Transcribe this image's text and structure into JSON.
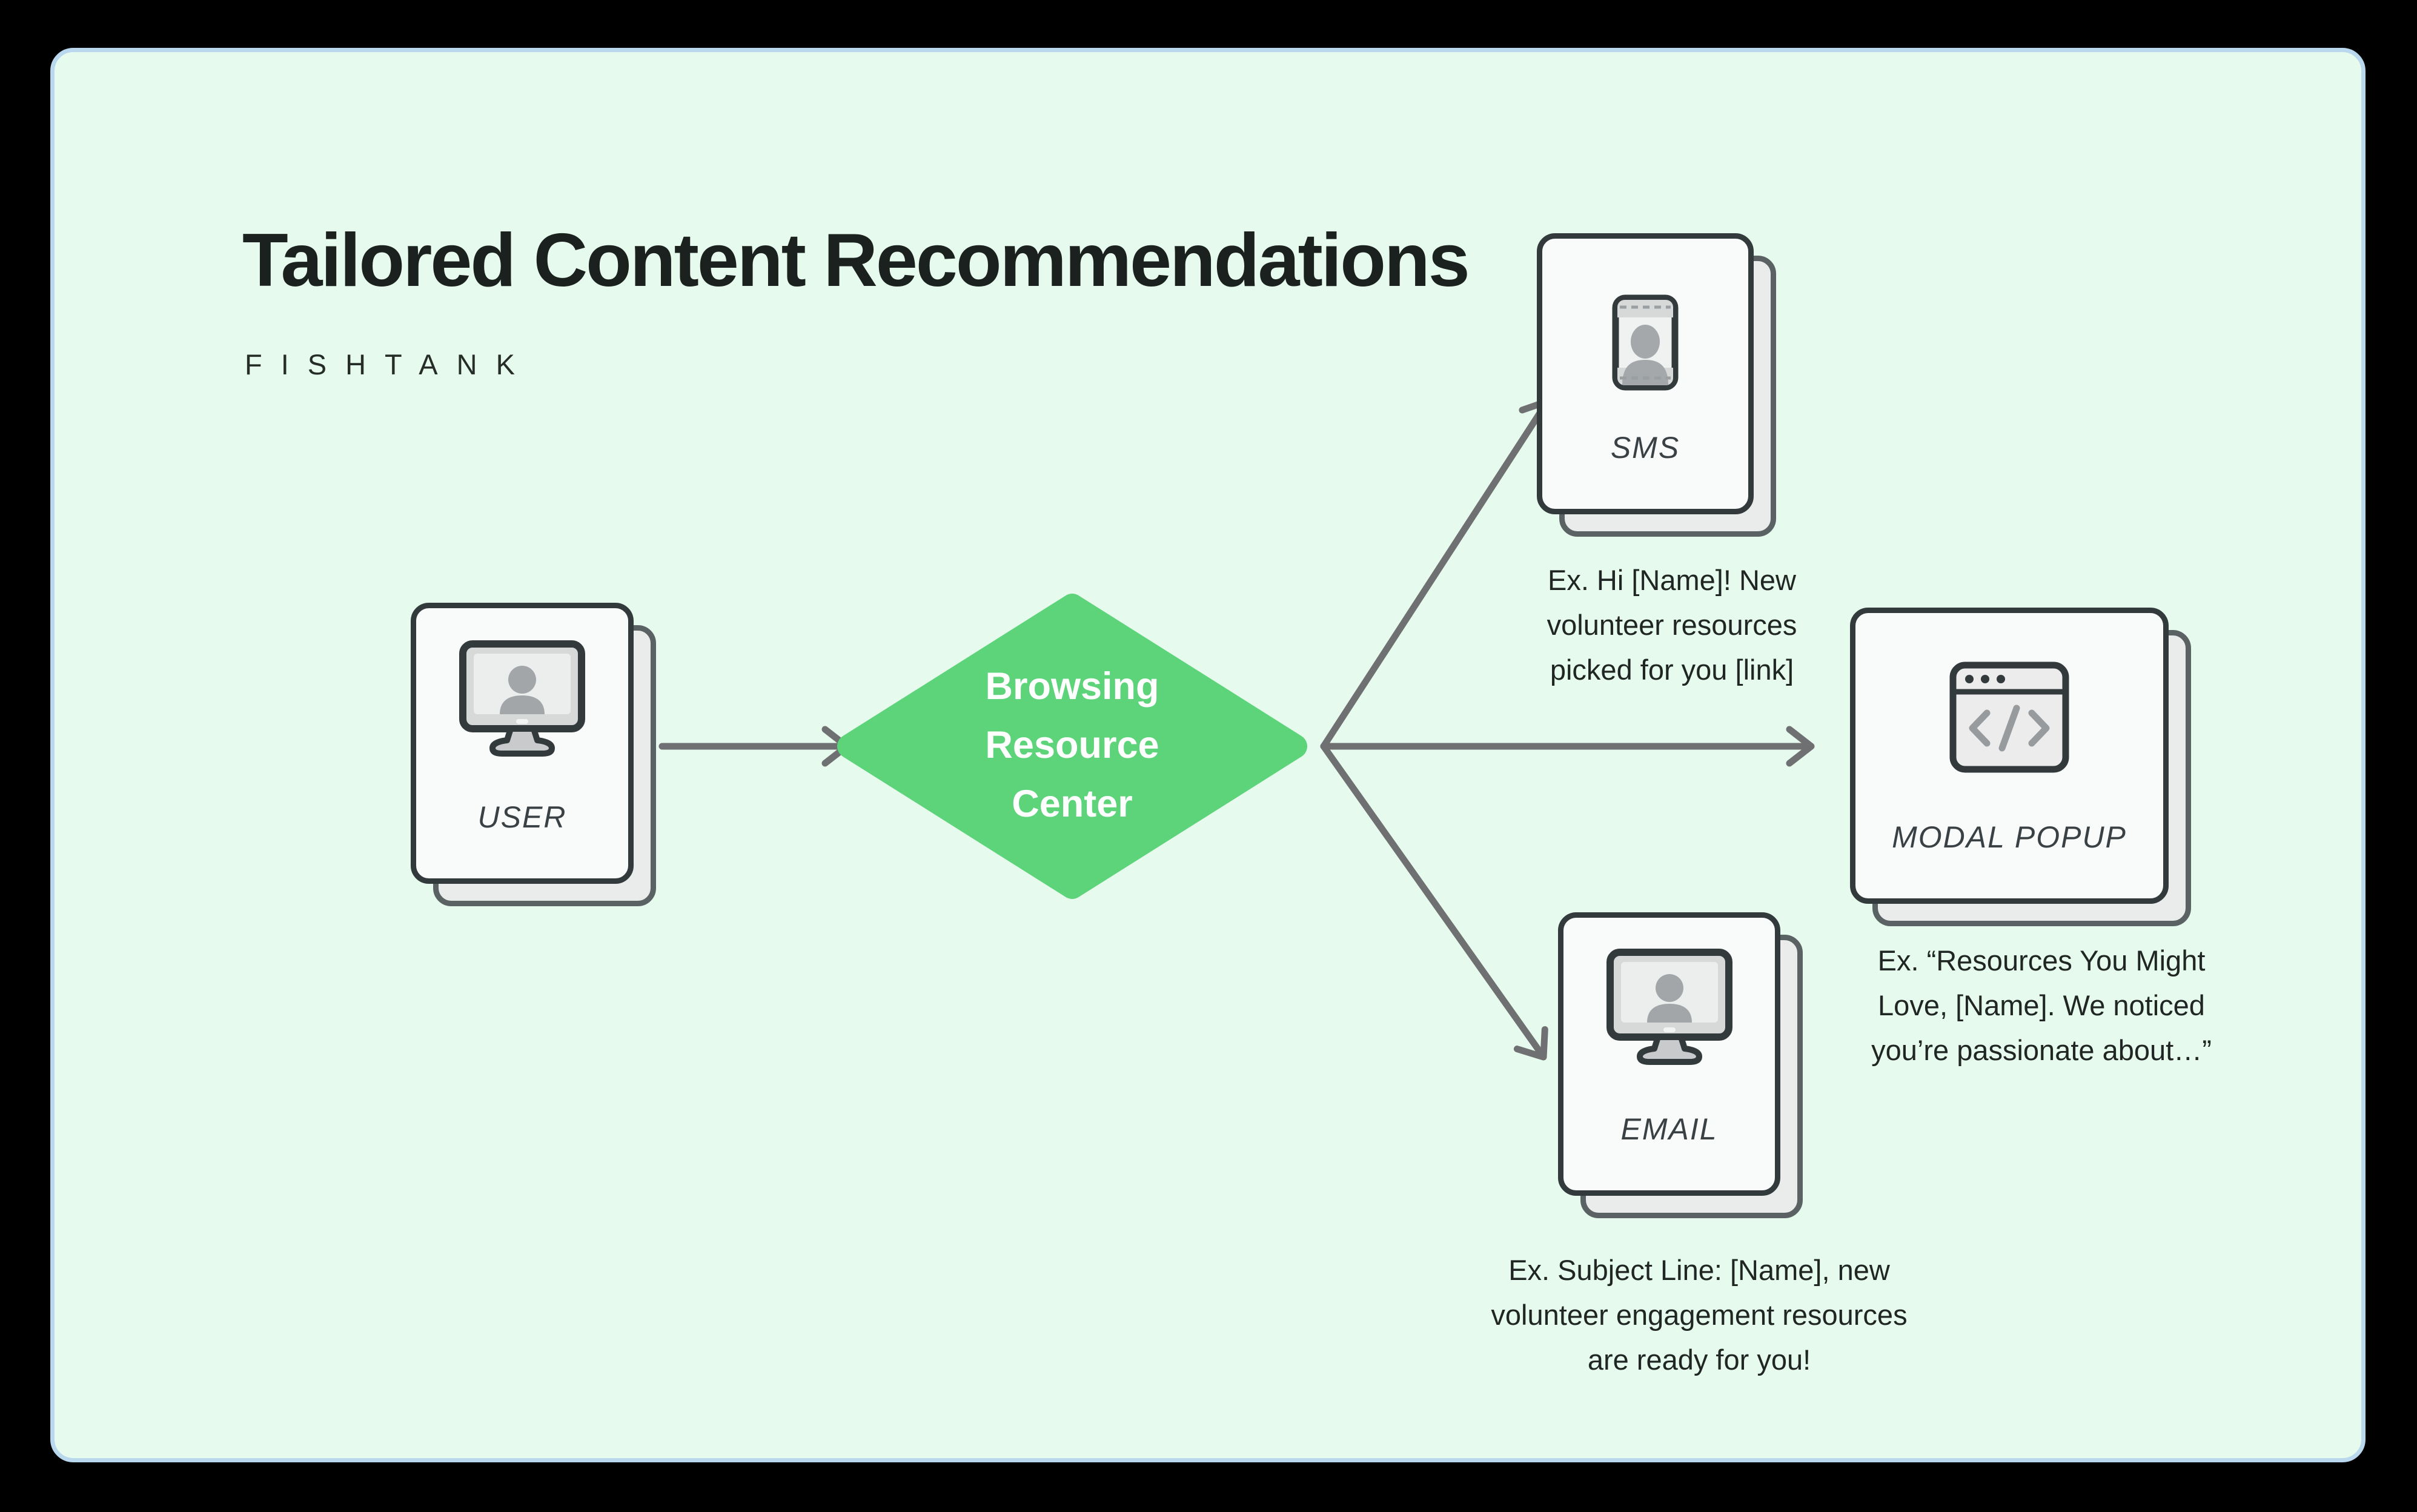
{
  "header": {
    "title": "Tailored Content Recommendations",
    "brand": "FISHTANK"
  },
  "colors": {
    "surround": "#000000",
    "panel_bg": "#e6faed",
    "panel_border": "#b9d8ee",
    "diamond_green": "#5dd47a",
    "arrow_gray": "#6f7072",
    "card_border": "#323a3c",
    "card_shadow_border": "#5a6264",
    "text_dark": "#202623"
  },
  "flow": {
    "user": {
      "label": "USER",
      "icon": "monitor-user-icon"
    },
    "decision": {
      "lines": [
        "Browsing",
        "Resource",
        "Center"
      ]
    },
    "sms": {
      "label": "SMS",
      "icon": "contact-photo-icon",
      "example_lines": [
        "Ex. Hi [Name]! New",
        "volunteer resources",
        "picked for you [link]"
      ]
    },
    "modal": {
      "label": "MODAL POPUP",
      "icon": "code-window-icon",
      "example_lines": [
        "Ex. “Resources You Might",
        "Love, [Name]. We noticed",
        "you’re passionate about…”"
      ]
    },
    "email": {
      "label": "EMAIL",
      "icon": "monitor-user-icon",
      "example_lines": [
        "Ex. Subject Line: [Name], new",
        "volunteer engagement resources",
        "are ready for you!"
      ]
    }
  }
}
